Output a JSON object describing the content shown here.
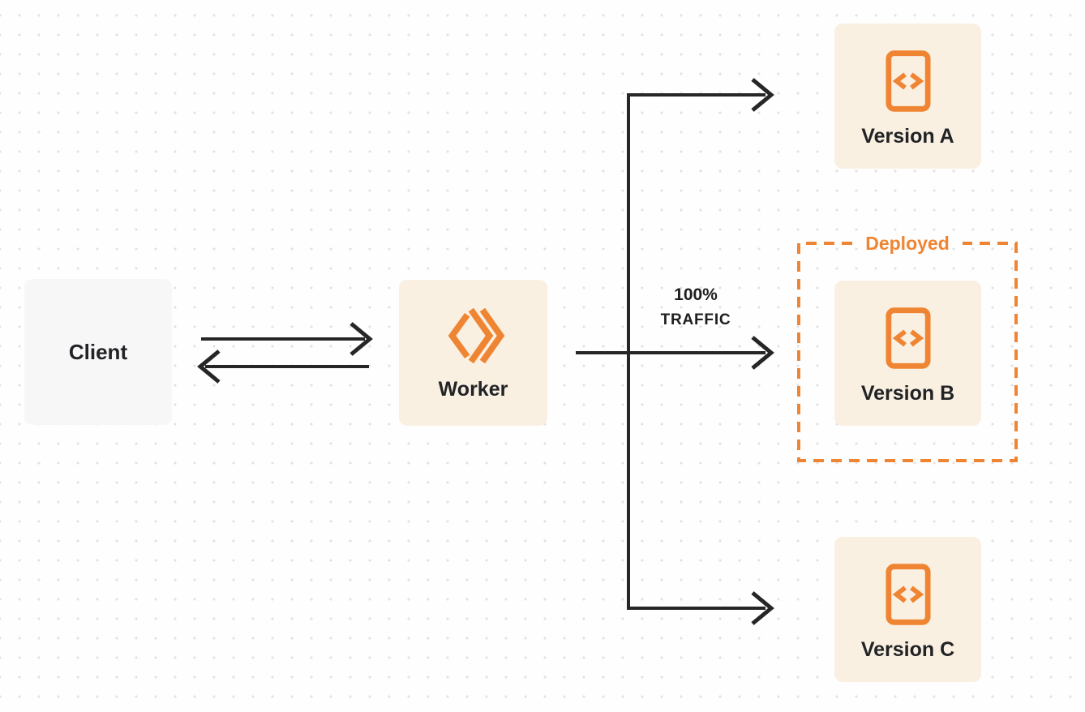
{
  "client": {
    "label": "Client"
  },
  "worker": {
    "label": "Worker"
  },
  "traffic": {
    "line1": "100%",
    "line2": "TRAFFIC"
  },
  "deployed": {
    "label": "Deployed"
  },
  "versions": [
    {
      "label": "Version A",
      "deployed": false
    },
    {
      "label": "Version B",
      "deployed": true
    },
    {
      "label": "Version C",
      "deployed": false
    }
  ],
  "icons": {
    "worker_logo": "cloudflare-workers-logo",
    "version_icon": "code-file-icon"
  },
  "colors": {
    "accent_orange": "#EF8533",
    "box_peach": "#FAF0E2",
    "box_gray": "#F7F7F8",
    "line_dark": "#262626",
    "text_dark": "#222326",
    "dot_grid": "#E2E2E2",
    "background": "#FEFEFE"
  }
}
